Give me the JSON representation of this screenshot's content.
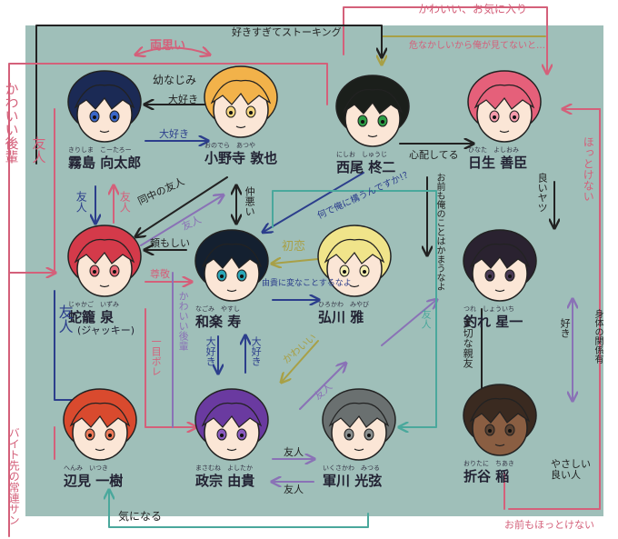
{
  "colors": {
    "background": "#9fbfb9",
    "pink": "#d4607a",
    "olive": "#a8a046",
    "blue": "#2c3e8c",
    "purple": "#8a72b6",
    "teal": "#4aa89c",
    "dark": "#222222",
    "red": "#c03a3a",
    "green": "#2a6a3a"
  },
  "characters": [
    {
      "id": "kirishima",
      "furigana": "きりしま　こーたろー",
      "name": "霧島 向太郎",
      "hair": "#1b2a55",
      "accent": "#3a66c8"
    },
    {
      "id": "onodera",
      "furigana": "おのでら　あつや",
      "name": "小野寺 敦也",
      "hair": "#f2b24a",
      "accent": "#f7d680"
    },
    {
      "id": "nishio",
      "furigana": "にしお　しゅうじ",
      "name": "西尾 柊二",
      "hair": "#1b1f1b",
      "accent": "#2e9e46"
    },
    {
      "id": "hinata",
      "furigana": "ひなた　よしおみ",
      "name": "日生 善臣",
      "hair": "#e5607a",
      "accent": "#f59aac"
    },
    {
      "id": "jabami",
      "furigana": "じゃかご　いずみ",
      "name": "蛇籠 泉",
      "sub": "(ジャッキー)",
      "hair": "#d43a4a",
      "accent": "#e86a76"
    },
    {
      "id": "nagomi",
      "furigana": "なごみ　やすし",
      "name": "和楽 寿",
      "hair": "#142030",
      "accent": "#2aa6b8"
    },
    {
      "id": "hirokawa",
      "furigana": "ひろかわ　みやび",
      "name": "弘川 雅",
      "hair": "#f0e48a",
      "accent": "#f7efb0"
    },
    {
      "id": "tsurure",
      "furigana": "つれ　しょういち",
      "name": "釣れ 星一",
      "hair": "#2a2230",
      "accent": "#4a3a55"
    },
    {
      "id": "henmi",
      "furigana": "へんみ　いつき",
      "name": "辺見 一樹",
      "hair": "#d94a2e",
      "accent": "#ee7a58"
    },
    {
      "id": "masamune",
      "furigana": "まさむね　よしたか",
      "name": "政宗 由貴",
      "hair": "#6a3aa0",
      "accent": "#8a5ac0"
    },
    {
      "id": "gunkawa",
      "furigana": "いくさかわ　みつる",
      "name": "軍川 光弦",
      "hair": "#6a7070",
      "accent": "#8a9090"
    },
    {
      "id": "oritani",
      "furigana": "おりたに　ちあき",
      "name": "折谷 稲",
      "hair": "#3a2a20",
      "accent": "#5a4232"
    }
  ],
  "relations": {
    "kawaii_okiniiri": "かわいい、お気に入り",
    "ryouomoi": "両思い",
    "osananajimi": "幼なじみ",
    "suki_stalking": "好きすぎてストーキング",
    "abunakkashii": "危なかしいから俺が見てないと…",
    "kawaii_kouhai": "かわいい後輩",
    "daisuki1": "大好き",
    "daisuki2": "大好き",
    "shinpai": "心配してる",
    "hottokenai": "ほっとけない",
    "yuujin_left": "友人",
    "yuujin_kj": "友人",
    "yuujin_jk": "友人",
    "onaji_naka": "同中の友人",
    "yuujin_mid": "友人",
    "naka_warui": "仲悪い",
    "kamaenai": "何で俺に構うんですか!?",
    "ore_no_koto": "お前も俺のことはかまうなよ",
    "ii_yatsu": "良いヤツ",
    "tanomoshii": "頼もしい",
    "hatsukoi": "初恋",
    "sonkei": "尊敬",
    "kawaii_kouhai2": "かわいい後輩",
    "kamawanai": "由貴に変なことするなよ",
    "yuujin_big": "友人",
    "hitomebore": "一目ボレ",
    "daisuki3": "大好き",
    "daisuki4": "大好き",
    "kawaii2": "かわいい",
    "yuujin_diag": "友人",
    "yuujin_right": "友人",
    "taisetsu_shinyuu": "大切な親友",
    "suki": "好き",
    "karada_kankei": "身体の関係有",
    "yasashii": "やさしい良い人",
    "baito": "バイト先の常連サン",
    "ki_ni_naru": "気になる",
    "yuujin_mg": "友人",
    "yuujin_gm": "友人",
    "omae_mo": "お前もほっとけない"
  }
}
